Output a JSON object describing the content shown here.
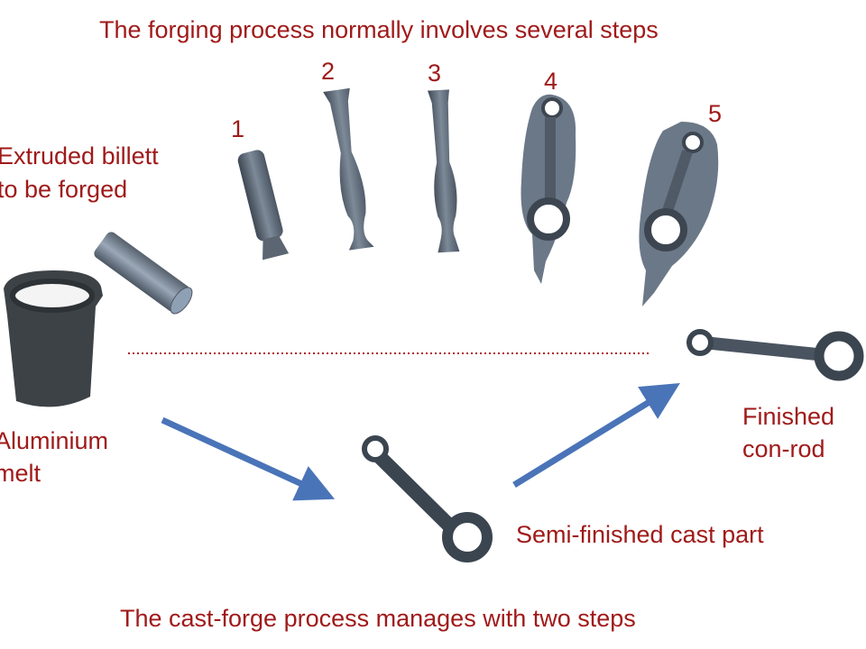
{
  "title_top": "The forging process normally involves several steps",
  "title_bottom": "The cast-forge process manages with two steps",
  "steps": [
    "1",
    "2",
    "3",
    "4",
    "5"
  ],
  "labels": {
    "billet_line1": "Extruded billett",
    "billet_line2": "to be forged",
    "melt_line1": "Aluminium",
    "melt_line2": "melt",
    "finished_line1": "Finished",
    "finished_line2": "con-rod",
    "semi_finished": "Semi-finished cast part"
  },
  "colors": {
    "text": "#a01a1a",
    "arrow": "#4a74b8",
    "dotted_line": "#b02020",
    "metal": "#5d6a78"
  }
}
